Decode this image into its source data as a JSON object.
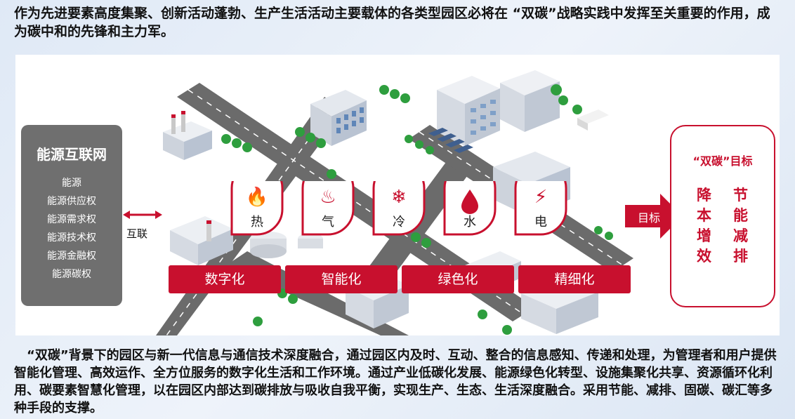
{
  "intro_text": "作为先进要素高度集聚、创新活动蓬勃、生产生活活动主要载体的各类型园区必将在 “双碳”战略实践中发挥至关重要的作用，成为碳中和的先锋和主力军。",
  "left_panel": {
    "title": "能源互联网",
    "items": [
      "能源",
      "能源供应权",
      "能源需求权",
      "能源技术权",
      "能源金融权",
      "能源碳权"
    ]
  },
  "link_label": "互联",
  "energy_badges": [
    {
      "label": "热",
      "icon": "flame-icon"
    },
    {
      "label": "气",
      "icon": "gas-flame-icon"
    },
    {
      "label": "冷",
      "icon": "snowflake-icon"
    },
    {
      "label": "水",
      "icon": "water-drop-icon"
    },
    {
      "label": "电",
      "icon": "lightning-icon"
    }
  ],
  "bars": [
    "数字化",
    "智能化",
    "绿色化",
    "精细化"
  ],
  "goal_arrow_label": "目标",
  "right_panel": {
    "title": "“双碳”目标",
    "col1": [
      "降",
      "本",
      "增",
      "效"
    ],
    "col2": [
      "节",
      "能",
      "减",
      "排"
    ]
  },
  "footer_text": "“双碳”背景下的园区与新一代信息与通信技术深度融合，通过园区内及时、互动、整合的信息感知、传递和处理，为管理者和用户提供智能化管理、高效运作、全方位服务的数字化生活和工作环境。通过产业低碳化发展、能源绿色化转型、设施集聚化共享、资源循环化利用、碳要素智慧化管理，以在园区内部达到碳排放与吸收自我平衡，实现生产、生态、生活深度融合。采用节能、减排、固碳、碳汇等多种手段的支撑。",
  "colors": {
    "accent": "#c8102e",
    "panel_gray": "#6f6f6f",
    "road": "#6b6b6b",
    "tree": "#2e9e3e"
  }
}
